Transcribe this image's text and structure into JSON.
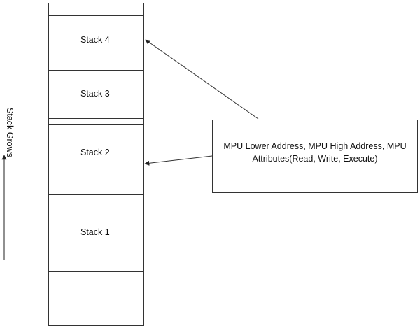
{
  "stacks": [
    {
      "label": "Stack 4"
    },
    {
      "label": "Stack 3"
    },
    {
      "label": "Stack 2"
    },
    {
      "label": "Stack 1"
    }
  ],
  "callout": {
    "line1": "MPU Lower Address, MPU High Address, MPU",
    "line2": "Attributes(Read, Write, Execute)"
  },
  "axis": {
    "label": "Stack Grows"
  },
  "colors": {
    "line": "#333333"
  }
}
